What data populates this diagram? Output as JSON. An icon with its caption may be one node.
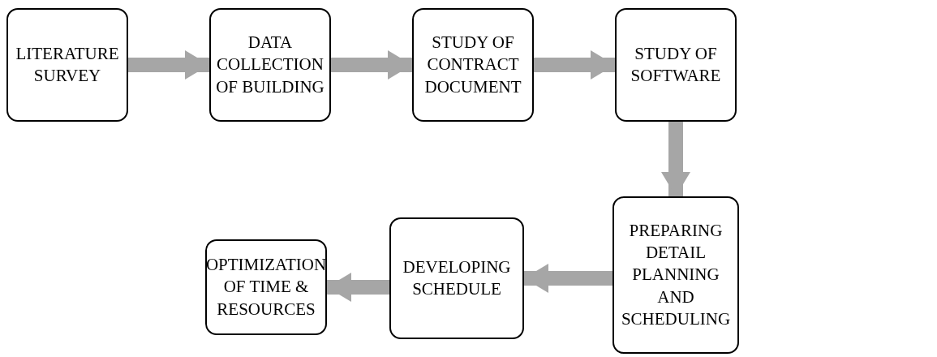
{
  "diagram": {
    "nodes": [
      {
        "text": [
          "LITERATURE SURVEY"
        ]
      },
      {
        "text": [
          "DATA COLLECTION OF BUILDING"
        ]
      },
      {
        "text": [
          "STUDY OF CONTRACT DOCUMENT"
        ]
      },
      {
        "text": [
          "STUDY OF SOFTWARE"
        ]
      },
      {
        "text": [
          "PREPARING DETAIL PLANNING AND SCHEDULING"
        ]
      },
      {
        "text": [
          "DEVELOPING SCHEDULE"
        ]
      },
      {
        "text": [
          "OPTIMIZATION OF TIME & RESOURCES"
        ]
      }
    ],
    "edges": [
      {
        "from": 0,
        "to": 1,
        "arrow": "to"
      },
      {
        "from": 1,
        "to": 2,
        "arrow": "to"
      },
      {
        "from": 2,
        "to": 3,
        "arrow": "to"
      },
      {
        "from": 3,
        "to": 4,
        "arrow": "to"
      },
      {
        "from": 4,
        "to": 5,
        "arrow": "to"
      },
      {
        "from": 5,
        "to": 6,
        "arrow": "to"
      }
    ]
  }
}
